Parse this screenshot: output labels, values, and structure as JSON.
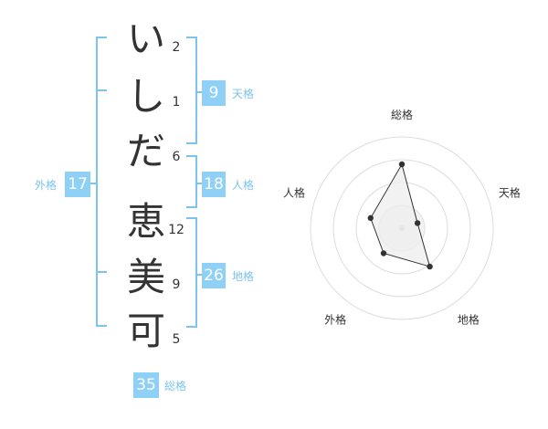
{
  "name_chars": [
    {
      "char": "い",
      "strokes": "2"
    },
    {
      "char": "し",
      "strokes": "1"
    },
    {
      "char": "だ",
      "strokes": "6"
    },
    {
      "char": "恵",
      "strokes": "12"
    },
    {
      "char": "美",
      "strokes": "9"
    },
    {
      "char": "可",
      "strokes": "5"
    }
  ],
  "fortunes": {
    "tenkaku": {
      "value": "9",
      "label": "天格"
    },
    "jinkaku": {
      "value": "18",
      "label": "人格"
    },
    "chikaku": {
      "value": "26",
      "label": "地格"
    },
    "gaikaku": {
      "value": "17",
      "label": "外格"
    },
    "soukaku": {
      "value": "35",
      "label": "総格"
    }
  },
  "chart_data": {
    "type": "radar",
    "axes": [
      "総格",
      "天格",
      "地格",
      "外格",
      "人格"
    ],
    "values": [
      35,
      9,
      26,
      17,
      18
    ],
    "max": 50,
    "rings": 4,
    "colors": {
      "fill": "#eeeeee",
      "line": "#333333",
      "ring": "#dddddd"
    }
  }
}
